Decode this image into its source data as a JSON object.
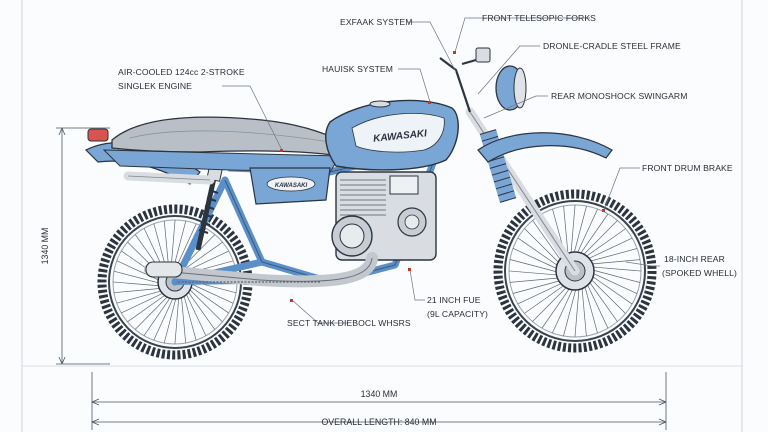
{
  "labels": {
    "exhaust_system_top": "EXFAAK SYSTEM",
    "front_forks": "FRONT TELESOPIC FORKS",
    "frame": "DRONLE-CRADLE STEEL FRAME",
    "exhaust_system_mid": "HAUISK SYSTEM",
    "engine_line1": "AIR-COOLED 124cc 2-STROKE",
    "engine_line2": "SINGLEK ENGINE",
    "swingarm": "REAR MONOSHOCK SWINGARM",
    "drum_brake": "FRONT DRUM BRAKE",
    "rear_wheel_line1": "18-INCH REAR",
    "rear_wheel_line2": "(SPOKED WHELL)",
    "fuel_line1": "21 INCH FUE",
    "fuel_line2": "(9L CAPACITY)",
    "tank": "SECT TANK DIEBOCL WHSRS",
    "tank_brand": "KAWASAKI",
    "side_panel_brand": "KAWASAKI"
  },
  "dimensions": {
    "height": "1340 MM",
    "wheelbase": "1340 MM",
    "overall_length": "OVERALL LENGTH: 840 MM"
  },
  "colors": {
    "body_blue": "#7aa6d6",
    "body_blue_dark": "#4f7fb8",
    "frame_blue": "#5b8fc9",
    "seat": "#b9bfc6",
    "chrome": "#d9dde2",
    "ink": "#2c3440",
    "tail_light": "#d9544f",
    "tick_red": "#c0392b"
  }
}
